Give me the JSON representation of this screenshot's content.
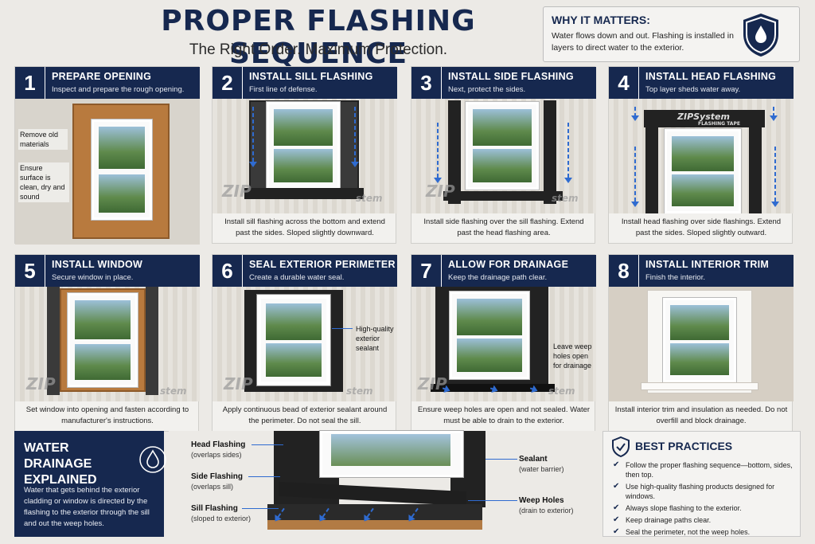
{
  "header": {
    "title": "PROPER FLASHING SEQUENCE",
    "subtitle": "The Right Order. Maximum Protection."
  },
  "why": {
    "title": "WHY IT MATTERS:",
    "text": "Water flows down and out. Flashing is installed in layers to direct water to the exterior.",
    "icon": "shield-water-drop-icon"
  },
  "steps": [
    {
      "num": "1",
      "title": "PREPARE OPENING",
      "sub": "Inspect and prepare the rough opening.",
      "caption": "",
      "notes": [
        "Remove old materials",
        "Ensure surface is clean, dry and sound"
      ]
    },
    {
      "num": "2",
      "title": "INSTALL SILL FLASHING",
      "sub": "First line of defense.",
      "caption": "Install sill flashing across the bottom and extend past the sides. Sloped slightly downward.",
      "brand": "ZIP",
      "brand2": "stem"
    },
    {
      "num": "3",
      "title": "INSTALL SIDE FLASHING",
      "sub": "Next, protect the sides.",
      "caption": "Install side flashing over the sill flashing. Extend past the head flashing area.",
      "brand": "ZIP",
      "brand2": "stem"
    },
    {
      "num": "4",
      "title": "INSTALL HEAD FLASHING",
      "sub": "Top layer sheds water away.",
      "caption": "Install head flashing over side flashings. Extend past the sides. Sloped slightly outward.",
      "brand": "ZIPSystem",
      "brand2": "FLASHING TAPE"
    },
    {
      "num": "5",
      "title": "INSTALL WINDOW",
      "sub": "Secure window in place.",
      "caption": "Set window into opening and fasten according to manufacturer's instructions.",
      "brand": "ZIP",
      "brand2": "stem"
    },
    {
      "num": "6",
      "title": "SEAL EXTERIOR PERIMETER",
      "sub": "Create a durable water seal.",
      "caption": "Apply continuous bead of exterior sealant around the perimeter. Do not seal the sill.",
      "note": "High-quality exterior sealant",
      "brand": "ZIP",
      "brand2": "stem"
    },
    {
      "num": "7",
      "title": "ALLOW FOR DRAINAGE",
      "sub": "Keep the drainage path clear.",
      "caption": "Ensure weep holes are open and not sealed. Water must be able to drain to the exterior.",
      "note": "Leave weep holes open for drainage",
      "brand": "ZIP",
      "brand2": "stem"
    },
    {
      "num": "8",
      "title": "INSTALL INTERIOR TRIM",
      "sub": "Finish the interior.",
      "caption": "Install interior trim and insulation as needed. Do not overfill and block drainage."
    }
  ],
  "drainage": {
    "title": "WATER DRAINAGE EXPLAINED",
    "text": "Water that gets behind the exterior cladding or window is directed by the flashing to the exterior through the sill and out the weep holes.",
    "icon": "water-drop-icon",
    "labels": [
      {
        "name": "Head Flashing",
        "sub": "(overlaps sides)"
      },
      {
        "name": "Side Flashing",
        "sub": "(overlaps sill)"
      },
      {
        "name": "Sill Flashing",
        "sub": "(sloped to exterior)"
      },
      {
        "name": "Sealant",
        "sub": "(water barrier)"
      },
      {
        "name": "Weep Holes",
        "sub": "(drain to exterior)"
      }
    ]
  },
  "best": {
    "title": "BEST PRACTICES",
    "icon": "shield-check-icon",
    "items": [
      "Follow the proper flashing sequence—bottom, sides, then top.",
      "Use high-quality flashing products designed for windows.",
      "Always slope flashing to the exterior.",
      "Keep drainage paths clear.",
      "Seal the perimeter, not the weep holes."
    ]
  },
  "colors": {
    "navy": "#16284f",
    "accent_blue": "#2f6bd0",
    "flashing": "#222222",
    "wood": "#b87a3e"
  }
}
